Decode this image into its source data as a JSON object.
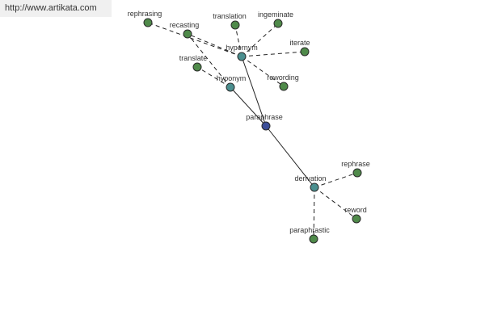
{
  "source_url": "http://www.artikata.com",
  "colors": {
    "leaf": "#4f8a4a",
    "relation": "#4b8f8f",
    "center": "#3c4f99"
  },
  "nodes": [
    {
      "id": "paraphrase",
      "label": "paraphrase",
      "kind": "center"
    },
    {
      "id": "hypernym",
      "label": "hypernym",
      "kind": "relation"
    },
    {
      "id": "hyponym",
      "label": "hyponym",
      "kind": "relation"
    },
    {
      "id": "derivation",
      "label": "derivation",
      "kind": "relation"
    },
    {
      "id": "rephrasing",
      "label": "rephrasing",
      "kind": "leaf"
    },
    {
      "id": "recasting",
      "label": "recasting",
      "kind": "leaf"
    },
    {
      "id": "translation",
      "label": "translation",
      "kind": "leaf"
    },
    {
      "id": "ingeminate",
      "label": "ingeminate",
      "kind": "leaf"
    },
    {
      "id": "iterate",
      "label": "iterate",
      "kind": "leaf"
    },
    {
      "id": "translate",
      "label": "translate",
      "kind": "leaf"
    },
    {
      "id": "rewording",
      "label": "rewording",
      "kind": "leaf"
    },
    {
      "id": "rephrase",
      "label": "rephrase",
      "kind": "leaf"
    },
    {
      "id": "reword",
      "label": "reword",
      "kind": "leaf"
    },
    {
      "id": "paraphrastic",
      "label": "paraphrastic",
      "kind": "leaf"
    }
  ],
  "edges": [
    {
      "from": "paraphrase",
      "to": "hypernym",
      "style": "solid"
    },
    {
      "from": "paraphrase",
      "to": "hyponym",
      "style": "solid"
    },
    {
      "from": "paraphrase",
      "to": "derivation",
      "style": "solid"
    },
    {
      "from": "hypernym",
      "to": "rephrasing",
      "style": "dashed"
    },
    {
      "from": "hypernym",
      "to": "recasting",
      "style": "dashed"
    },
    {
      "from": "hypernym",
      "to": "translation",
      "style": "dashed"
    },
    {
      "from": "hypernym",
      "to": "ingeminate",
      "style": "dashed"
    },
    {
      "from": "hypernym",
      "to": "iterate",
      "style": "dashed"
    },
    {
      "from": "hypernym",
      "to": "rewording",
      "style": "dashed"
    },
    {
      "from": "hyponym",
      "to": "translate",
      "style": "dashed"
    },
    {
      "from": "hyponym",
      "to": "recasting",
      "style": "dashed"
    },
    {
      "from": "derivation",
      "to": "rephrase",
      "style": "dashed"
    },
    {
      "from": "derivation",
      "to": "reword",
      "style": "dashed"
    },
    {
      "from": "derivation",
      "to": "paraphrastic",
      "style": "dashed"
    }
  ]
}
